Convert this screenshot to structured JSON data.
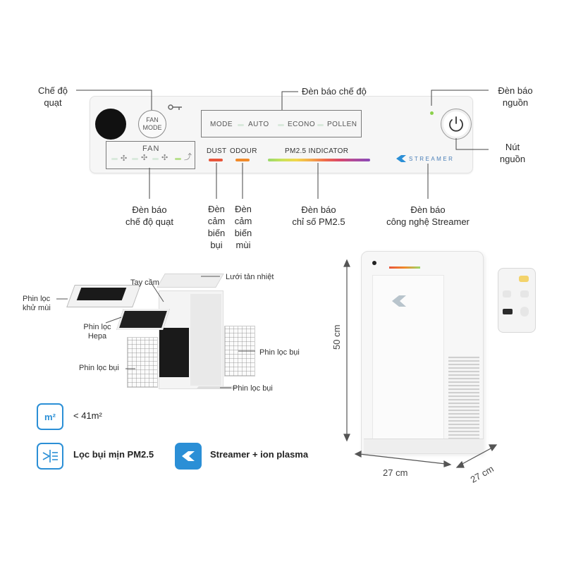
{
  "panel": {
    "fan_mode_button": [
      "FAN",
      "MODE"
    ],
    "mode_row": [
      "MODE",
      "AUTO",
      "ECONO",
      "POLLEN"
    ],
    "fan_label": "FAN",
    "dust_label": "DUST",
    "odour_label": "ODOUR",
    "pm25_label": "PM2.5  INDICATOR",
    "streamer_label": "STREAMER",
    "colors": {
      "dust": "#e8553a",
      "odour": "#f08a2a",
      "power_led": "#8bd14a",
      "accent": "#2b8fd6"
    }
  },
  "callouts": {
    "che_do_quat": "Chế độ\nquạt",
    "den_bao_che_do": "Đèn báo chế độ",
    "den_bao_nguon": "Đèn báo\nnguồn",
    "nut_nguon": "Nút\nnguồn",
    "den_bao_che_do_quat": "Đèn báo\nchế độ quạt",
    "den_cam_bien_bui": "Đèn\ncảm\nbiến\nbụi",
    "den_cam_bien_mui": "Đèn\ncảm\nbiến\nmùi",
    "den_bao_pm25": "Đèn báo\nchỉ số PM2.5",
    "den_bao_streamer": "Đèn báo\ncông nghệ Streamer"
  },
  "exploded": {
    "tay_cam": "Tay cầm",
    "luoi_tan_nhiet": "Lưới tản nhiệt",
    "phin_loc_khu_mui": "Phin lọc\nkhử mùi",
    "phin_loc_hepa": "Phin lọc\nHepa",
    "phin_loc_bui_1": "Phin lọc bụi",
    "phin_loc_bui_2": "Phin lọc bụi",
    "phin_loc_bui_3": "Phin lọc bụi"
  },
  "features": {
    "area_icon": "m²",
    "area": "< 41m²",
    "pm25": "Lọc bụi mịn PM2.5",
    "streamer": "Streamer + ion plasma"
  },
  "dimensions": {
    "height": "50 cm",
    "width": "27 cm",
    "depth": "27 cm"
  }
}
